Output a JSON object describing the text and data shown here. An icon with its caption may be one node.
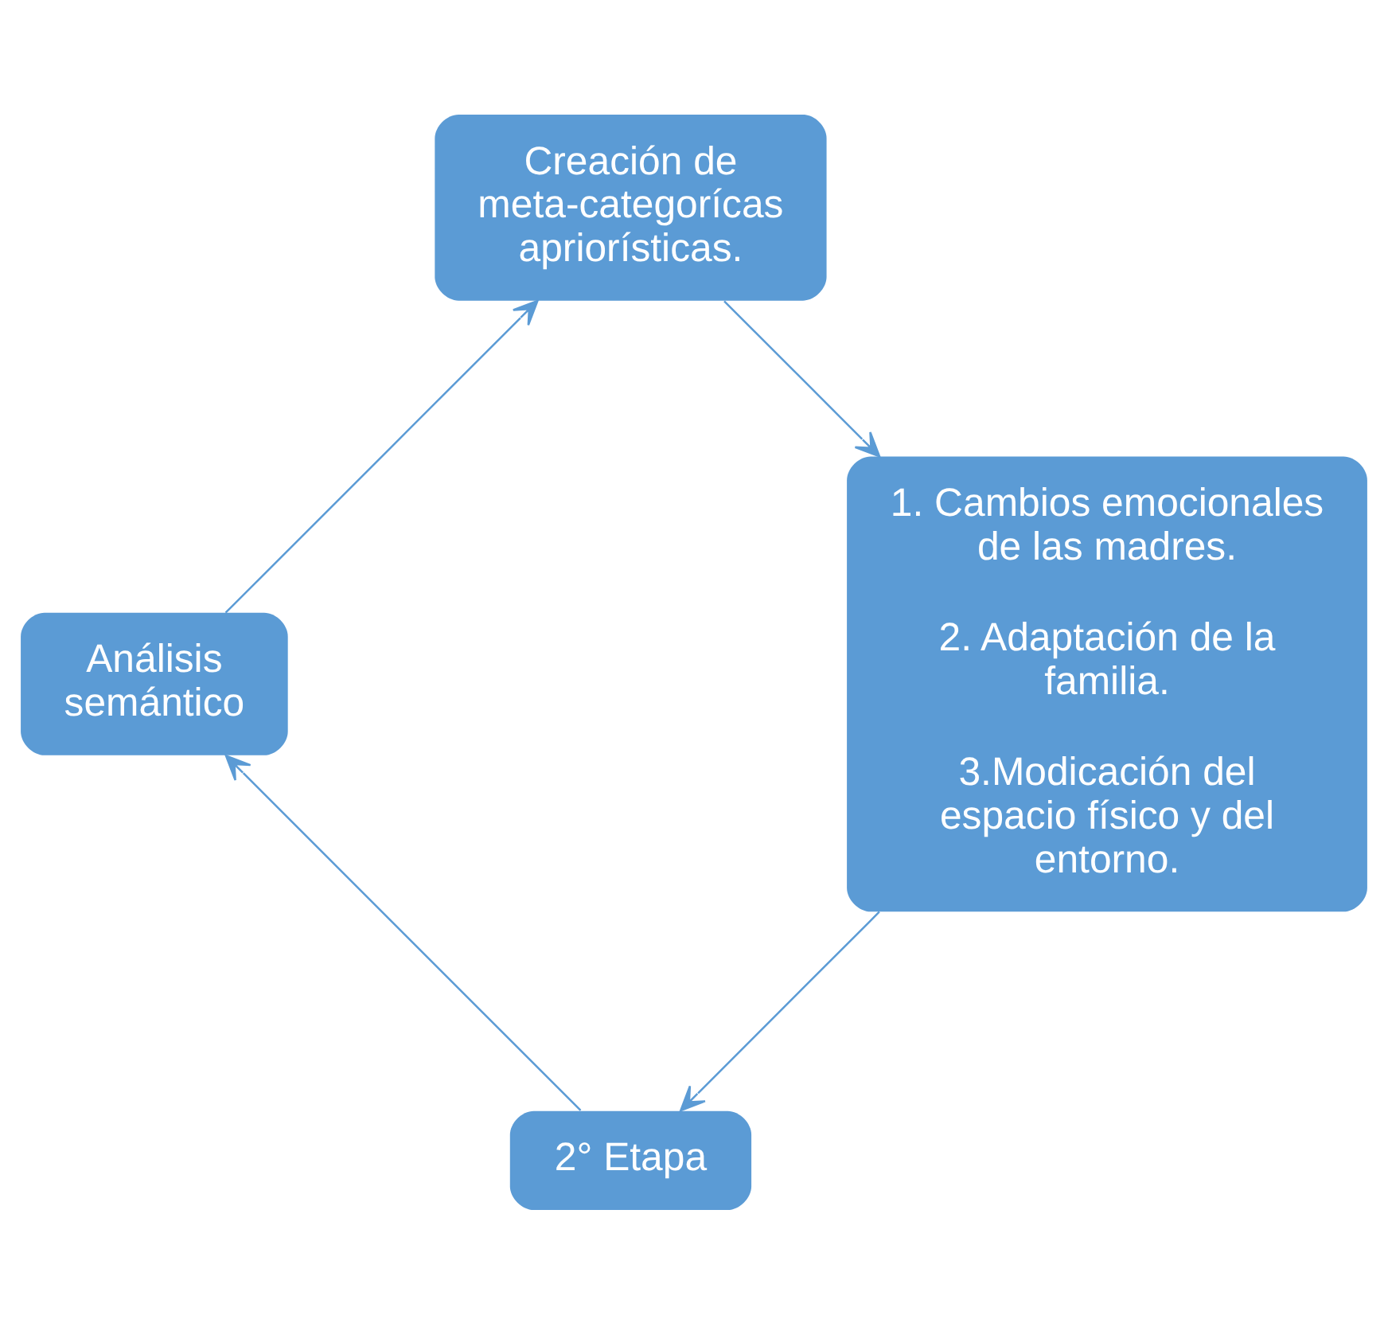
{
  "diagram": {
    "nodes": [
      {
        "text": [
          "2° Etapa"
        ]
      },
      {
        "text": [
          "Análisis semántico"
        ]
      },
      {
        "text": [
          "Creación de meta-categorícas apriorísticas."
        ]
      },
      {
        "text": [
          "1. Cambios emocionales de las madres.",
          "2. Adaptación de la familia.",
          "3.Modicación del espacio físico y del entorno."
        ]
      }
    ],
    "edges": [
      {
        "from": 0,
        "to": 1,
        "arrow": "to"
      },
      {
        "from": 1,
        "to": 2,
        "arrow": "to"
      },
      {
        "from": 2,
        "to": 3,
        "arrow": "to"
      },
      {
        "from": 3,
        "to": 0,
        "arrow": "to"
      }
    ]
  }
}
